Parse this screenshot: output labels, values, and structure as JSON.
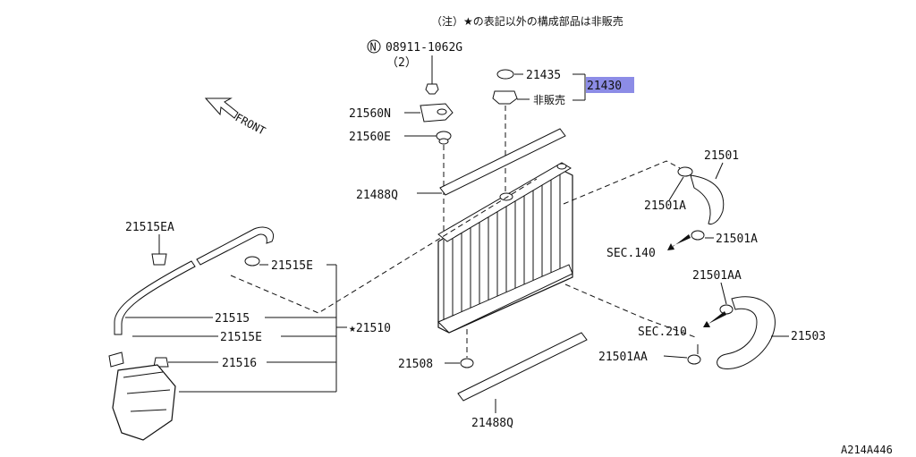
{
  "note": "（注）★の表記以外の構成部品は非販売",
  "front_label": "FRONT",
  "bolt_label": "08911-1062G",
  "bolt_n_symbol": "N",
  "bolt_qty": "（2）",
  "cap_label": "21435",
  "assy_label": "21430",
  "assy_highlight_color": "#8c8ce6",
  "not_sold": "非販売",
  "bracket_label": "21560N",
  "bush_upper_label": "21560E",
  "seal_upper_label": "21488Q",
  "seal_lower_label": "21488Q",
  "hose_upper_label": "21501",
  "clamp_upper_label": "21501A",
  "clamp_upper2_label": "21501A",
  "sec140": "SEC.140",
  "clamp_lower_label": "21501AA",
  "clamp_lower2_label": "21501AA",
  "sec210": "SEC.210",
  "hose_lower_label": "21503",
  "reservoir_hose_a": "21515EA",
  "reservoir_clip": "21515E",
  "reservoir_hose": "21515",
  "reservoir_clip2": "21515E",
  "reservoir_cap": "21516",
  "reservoir_assy": "★21510",
  "bush_lower_label": "21508",
  "diagram_code": "A214A446"
}
